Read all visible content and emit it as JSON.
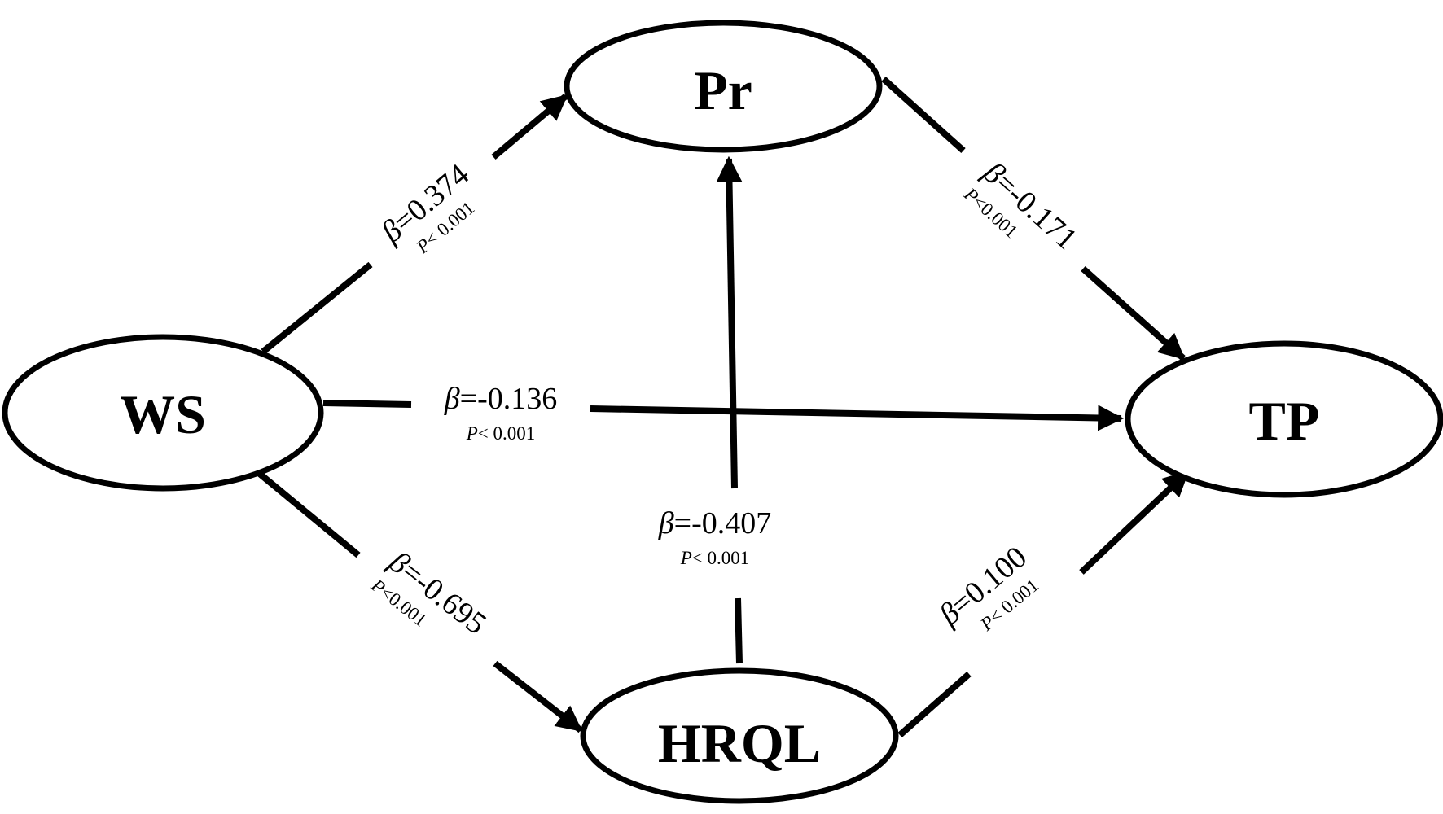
{
  "nodes": {
    "ws": "WS",
    "pr": "Pr",
    "tp": "TP",
    "hrql": "HRQL"
  },
  "beta_symbol": "β",
  "p_symbol": "P",
  "paths": {
    "ws_pr": {
      "beta": "=0.374",
      "p": "< 0.001"
    },
    "pr_tp": {
      "beta": "=-0.171",
      "p": "<0.001"
    },
    "ws_tp": {
      "beta": "=-0.136",
      "p": "< 0.001"
    },
    "hrql_pr": {
      "beta": "=-0.407",
      "p": "< 0.001"
    },
    "ws_hrql": {
      "beta": "=-0.695",
      "p": "<0.001"
    },
    "hrql_tp": {
      "beta": "=0.100",
      "p": "< 0.001"
    }
  }
}
